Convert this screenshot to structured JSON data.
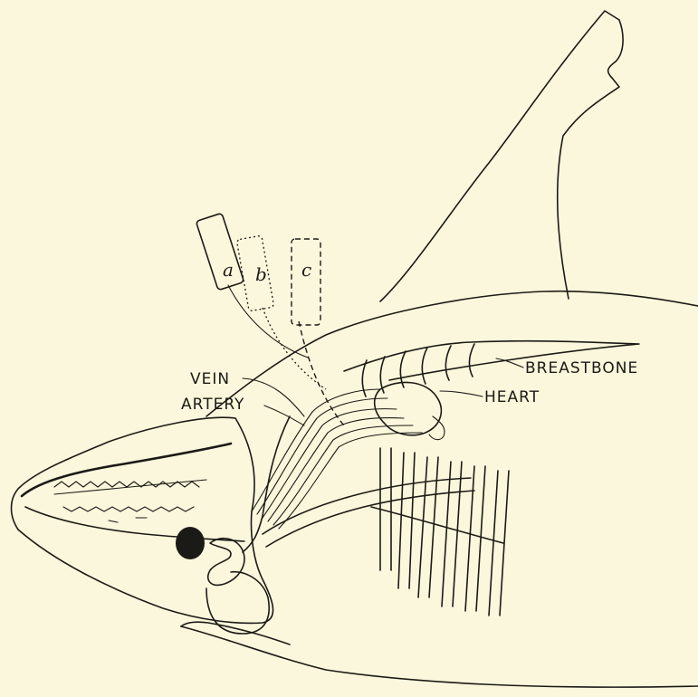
{
  "labels": {
    "vein": "VEIN",
    "artery": "ARTERY",
    "breastbone": "BREASTBONE",
    "heart": "HEART"
  },
  "position_marks": {
    "a": "a",
    "b": "b",
    "c": "c"
  }
}
